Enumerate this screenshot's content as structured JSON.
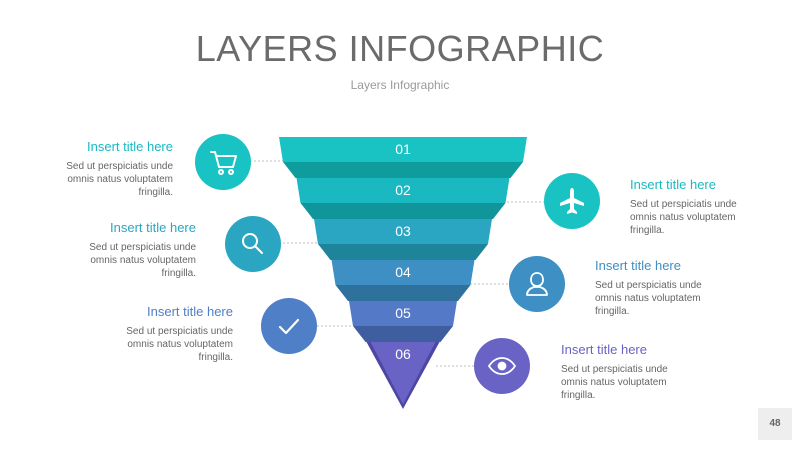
{
  "header": {
    "title": "LAYERS INFOGRAPHIC",
    "subtitle": "Layers Infographic"
  },
  "layers": [
    {
      "label": "01",
      "face": "#19c2c3",
      "side": "#0e9c9d"
    },
    {
      "label": "02",
      "face": "#1ab8c0",
      "side": "#10959b"
    },
    {
      "label": "03",
      "face": "#2aa6c2",
      "side": "#1d8499"
    },
    {
      "label": "04",
      "face": "#3d8fc4",
      "side": "#2f719d"
    },
    {
      "label": "05",
      "face": "#5479c6",
      "side": "#3f5ea0"
    },
    {
      "label": "06",
      "face": "#6a63c6",
      "side": "#4d46a3"
    }
  ],
  "items": [
    {
      "title": "Insert title here",
      "body": [
        "Sed ut perspiciatis unde",
        "omnis natus voluptatem",
        "fringilla."
      ],
      "icon": "cart-icon",
      "color": "#19c2c3",
      "title_color": "#19b9c2"
    },
    {
      "title": "Insert title here",
      "body": [
        "Sed ut perspiciatis unde",
        "omnis natus voluptatem",
        "fringilla."
      ],
      "icon": "airplane-icon",
      "color": "#19c2c3",
      "title_color": "#19b9c2"
    },
    {
      "title": "Insert title here",
      "body": [
        "Sed ut perspiciatis unde",
        "omnis natus voluptatem",
        "fringilla."
      ],
      "icon": "search-icon",
      "color": "#2aa6c2",
      "title_color": "#2aa6c2"
    },
    {
      "title": "Insert title here",
      "body": [
        "Sed ut perspiciatis unde",
        "omnis natus voluptatem",
        "fringilla."
      ],
      "icon": "user-icon",
      "color": "#3d8fc4",
      "title_color": "#3d8fc4"
    },
    {
      "title": "Insert title here",
      "body": [
        "Sed ut perspiciatis unde",
        "omnis natus voluptatem",
        "fringilla."
      ],
      "icon": "checkmark-icon",
      "color": "#4f7fc6",
      "title_color": "#4f7fc6"
    },
    {
      "title": "Insert title here",
      "body": [
        "Sed ut perspiciatis unde",
        "omnis natus voluptatem",
        "fringilla."
      ],
      "icon": "eye-icon",
      "color": "#6a63c6",
      "title_color": "#6a63c6"
    }
  ],
  "footer": {
    "page_number": "48"
  }
}
